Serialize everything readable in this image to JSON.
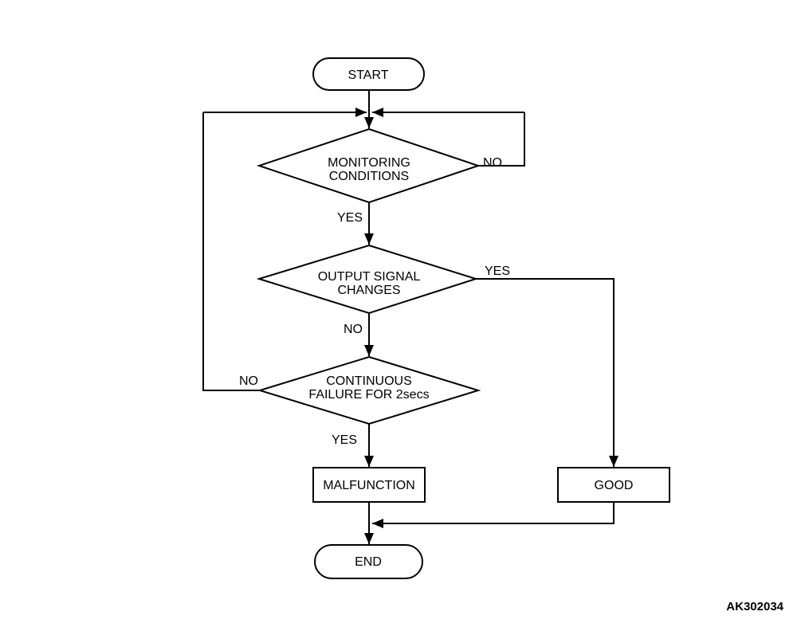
{
  "diagram": {
    "type": "flowchart",
    "colors": {
      "background": "#ffffff",
      "line": "#000000",
      "text": "#000000"
    },
    "nodes": {
      "start": {
        "type": "terminator",
        "label": "START"
      },
      "monitoring_conditions": {
        "type": "decision",
        "label_line1": "MONITORING",
        "label_line2": "CONDITIONS"
      },
      "output_signal_changes": {
        "type": "decision",
        "label_line1": "OUTPUT SIGNAL",
        "label_line2": "CHANGES"
      },
      "continuous_failure": {
        "type": "decision",
        "label_line1": "CONTINUOUS",
        "label_line2": "FAILURE FOR 2secs"
      },
      "malfunction": {
        "type": "process",
        "label": "MALFUNCTION"
      },
      "good": {
        "type": "process",
        "label": "GOOD"
      },
      "end": {
        "type": "terminator",
        "label": "END"
      }
    },
    "edge_labels": {
      "monitoring_no": "NO",
      "monitoring_yes": "YES",
      "output_yes": "YES",
      "output_no": "NO",
      "continuous_no": "NO",
      "continuous_yes": "YES"
    },
    "figure_code": "AK302034"
  }
}
